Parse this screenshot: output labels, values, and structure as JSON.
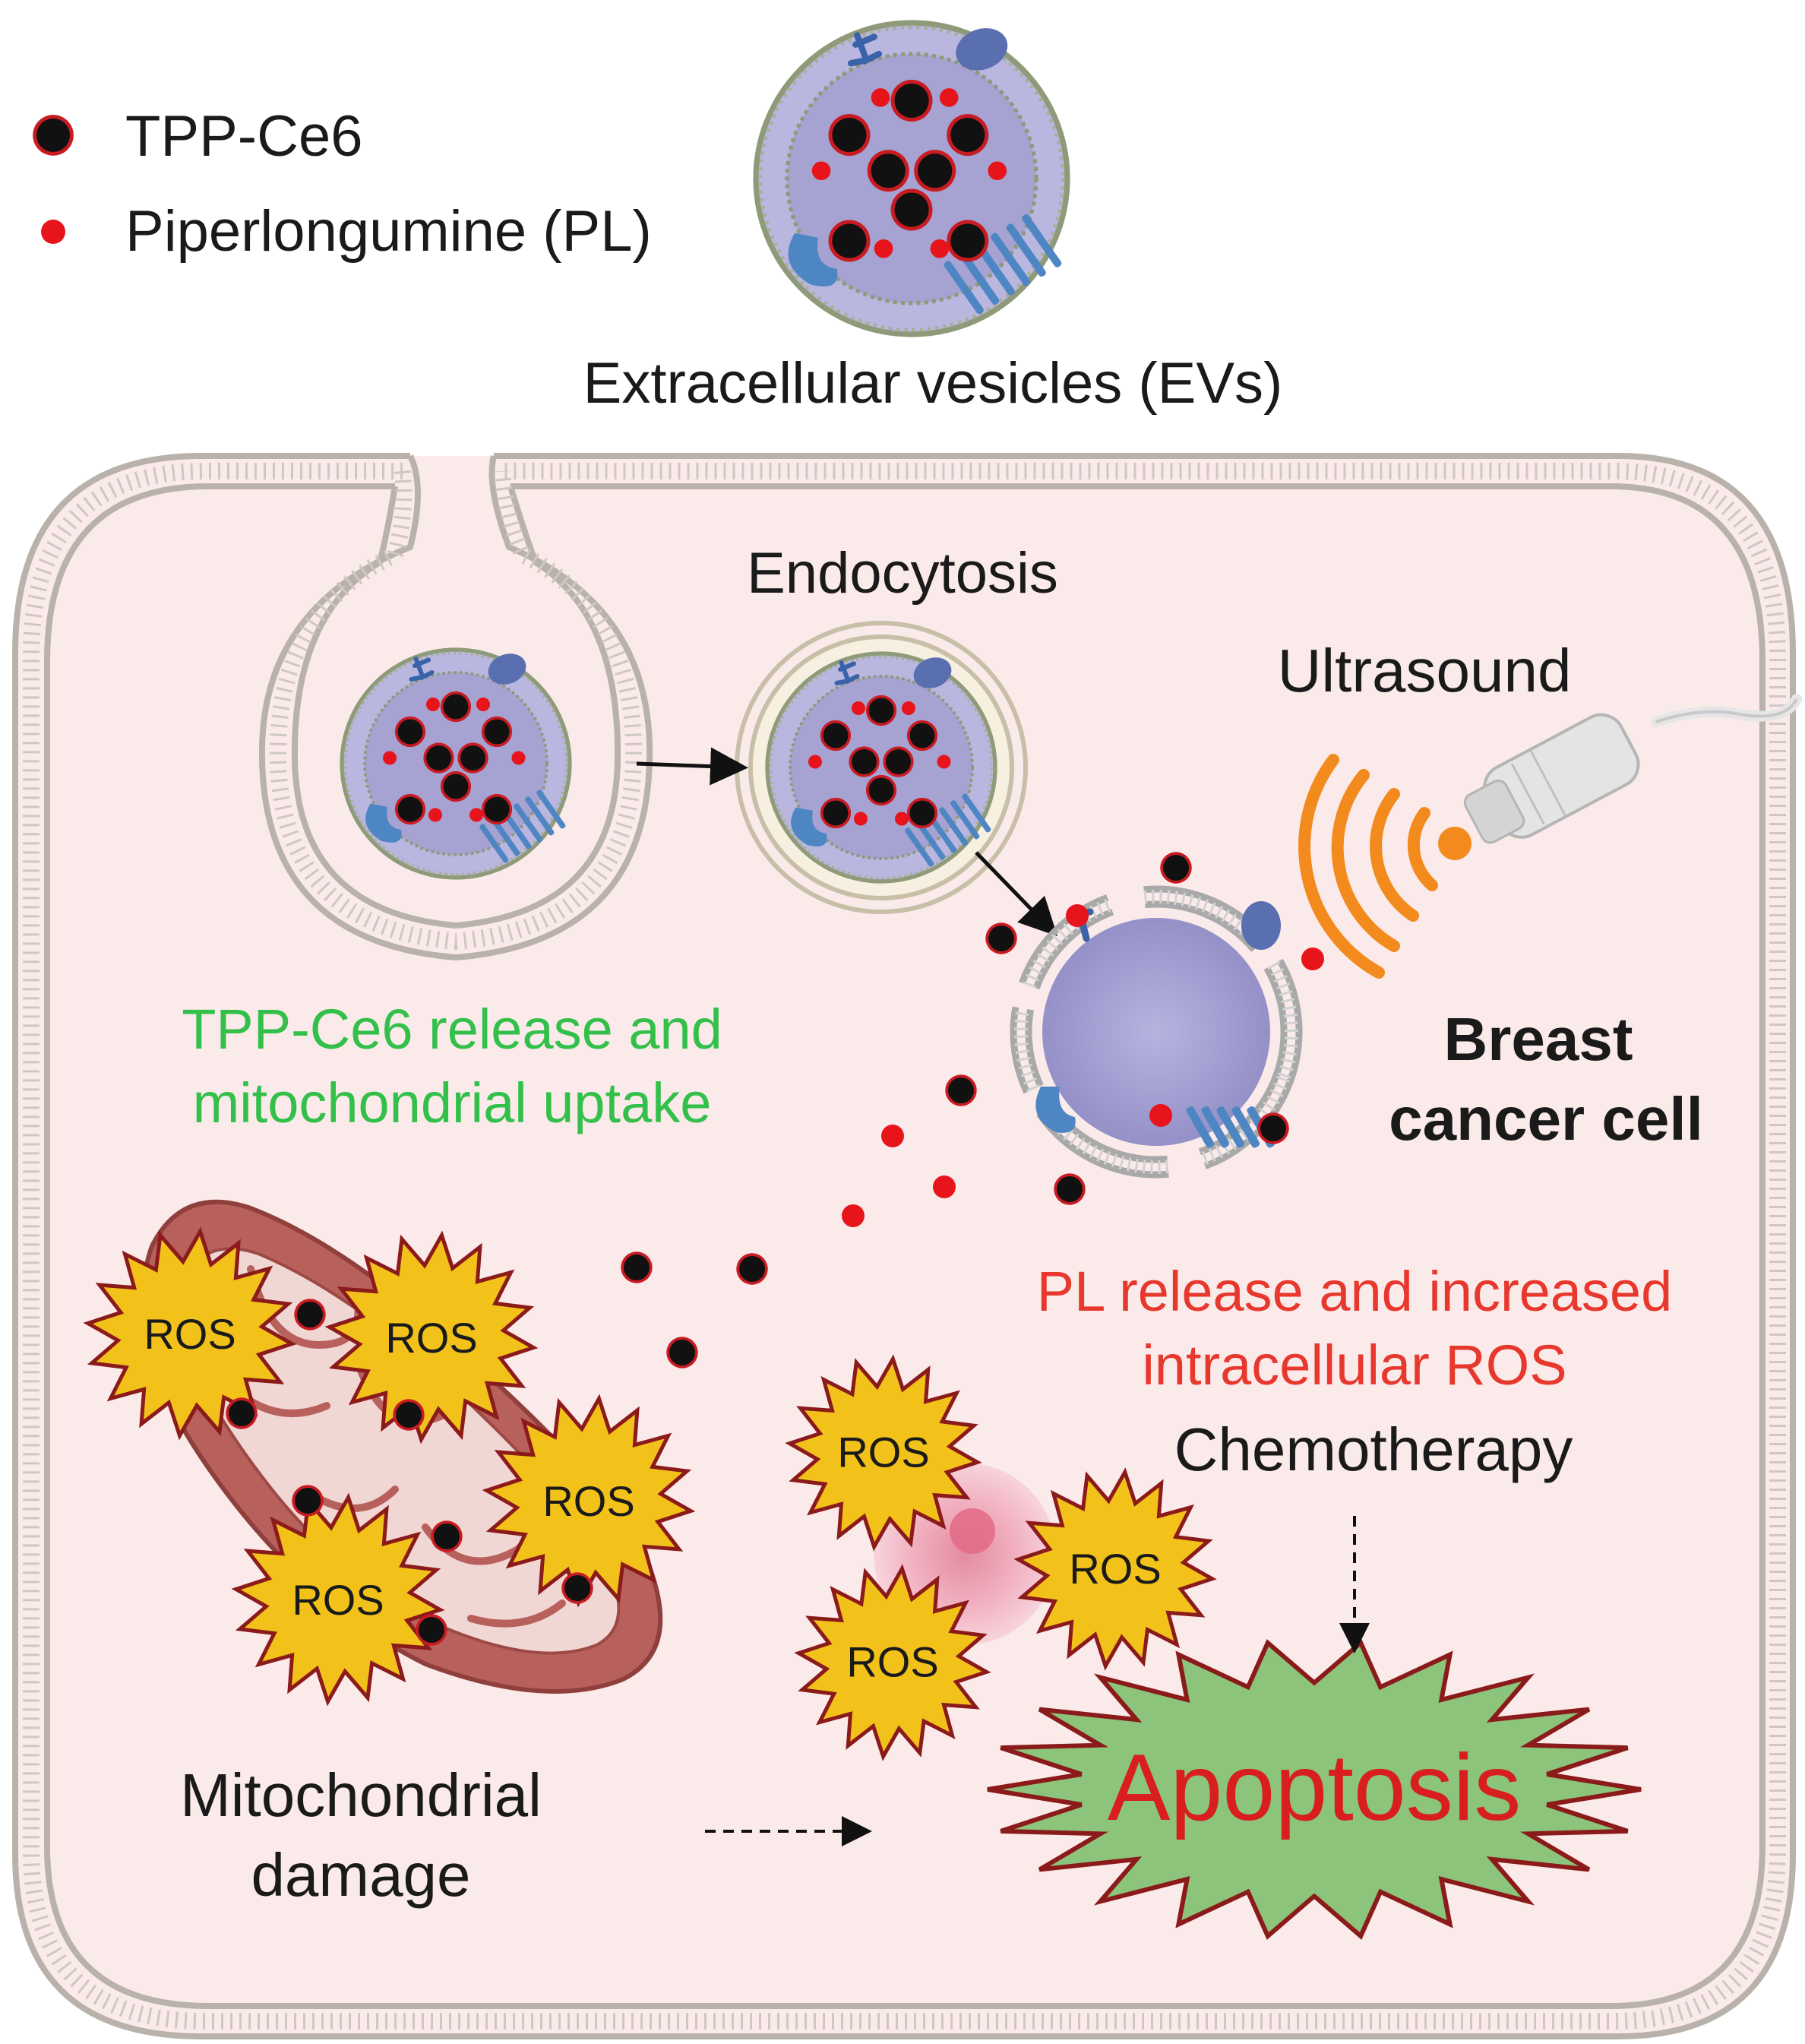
{
  "legend": {
    "tpp_label": "TPP-Ce6",
    "pl_label": "Piperlongumine (PL)"
  },
  "ev_label": "Extracellular vesicles (EVs)",
  "labels": {
    "endocytosis": "Endocytosis",
    "ultrasound": "Ultrasound",
    "breast_line1": "Breast",
    "breast_line2": "cancer cell",
    "tpp_release_line1": "TPP-Ce6 release and",
    "tpp_release_line2": "mitochondrial uptake",
    "pl_release_line1": "PL release and increased",
    "pl_release_line2": "intracellular ROS",
    "chemotherapy": "Chemotherapy",
    "mito_damage_line1": "Mitochondrial",
    "mito_damage_line2": "damage",
    "apoptosis": "Apoptosis"
  },
  "ros_label": "ROS",
  "colors": {
    "tpp_particle": "#111111",
    "pl_particle": "#e8141c",
    "cell_fill": "#fbeaea",
    "green_text": "#33c04a",
    "red_text": "#e8382d",
    "ros_fill": "#f2c21b",
    "ros_stroke": "#8b1a1a",
    "apoptosis_fill": "#8bc47a",
    "apoptosis_text": "#d81e1e",
    "ultrasound_orange": "#f28a1d",
    "vesicle_fill": "#a9a6d6",
    "mitochondria": "#b8605c"
  }
}
